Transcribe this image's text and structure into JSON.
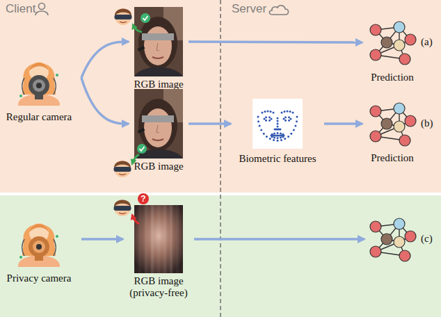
{
  "diagram": {
    "nodes": [
      {
        "text": [
          "Regular camera"
        ]
      },
      {
        "text": [
          "RGB image"
        ]
      },
      {
        "text": [
          "Prediction",
          "(a)"
        ]
      },
      {
        "text": [
          "RGB image"
        ]
      },
      {
        "text": [
          "Biometric features"
        ]
      },
      {
        "text": [
          "Prediction",
          "(b)"
        ]
      },
      {
        "text": [
          "Privacy camera"
        ]
      },
      {
        "text": [
          "RGB image (privacy-free)"
        ]
      },
      {
        "text": [
          "(c)"
        ]
      }
    ],
    "edges": [
      {
        "from": 0,
        "to": 1,
        "arrow": "to"
      },
      {
        "from": 0,
        "to": 3,
        "arrow": "to"
      },
      {
        "from": 1,
        "to": 2,
        "arrow": "to"
      },
      {
        "from": 3,
        "to": 4,
        "arrow": "to"
      },
      {
        "from": 4,
        "to": 5,
        "arrow": "to"
      },
      {
        "from": 6,
        "to": 7,
        "arrow": "to"
      },
      {
        "from": 7,
        "to": 8,
        "arrow": "to"
      }
    ],
    "labels": [
      "Client",
      "Server",
      "?"
    ]
  }
}
